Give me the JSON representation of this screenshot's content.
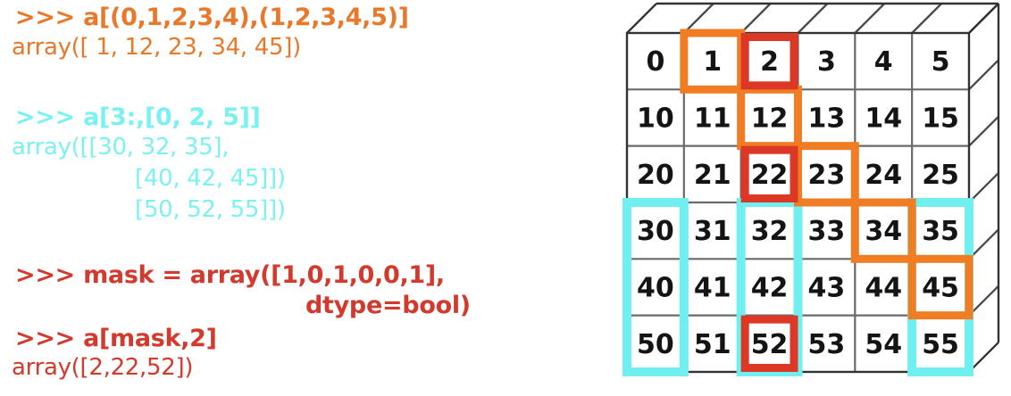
{
  "figure": {
    "description": "NumPy fancy indexing illustration"
  },
  "code_panel": {
    "lines": [
      {
        "text": ">>> a[(0,1,2,3,4),(1,2,3,4,5)]",
        "bold": true,
        "color": "#E8782A"
      },
      {
        "text": "array([ 1, 12, 23, 34, 45])",
        "bold": false,
        "color": "#E8782A"
      },
      {
        "text": ">>> a[3:,[0, 2, 5]]",
        "bold": true,
        "color": "#7CF1F1"
      },
      {
        "text": "array([[30, 32, 35],",
        "bold": false,
        "color": "#7CF1F1"
      },
      {
        "text": "[40, 42, 45]])",
        "bold": false,
        "color": "#7CF1F1"
      },
      {
        "text": "[50, 52, 55]])",
        "bold": false,
        "color": "#7CF1F1"
      },
      {
        "text": ">>> mask = array([1,0,1,0,0,1],",
        "bold": true,
        "color": "#D23A2E"
      },
      {
        "text": "dtype=bool)",
        "bold": true,
        "color": "#D23A2E"
      },
      {
        "text": ">>> a[mask,2]",
        "bold": true,
        "color": "#D23A2E"
      },
      {
        "text": "array([2,22,52])",
        "bold": false,
        "color": "#D23A2E"
      }
    ]
  },
  "grid": {
    "rows": [
      [
        0,
        1,
        2,
        3,
        4,
        5
      ],
      [
        10,
        11,
        12,
        13,
        14,
        15
      ],
      [
        20,
        21,
        22,
        23,
        24,
        25
      ],
      [
        30,
        31,
        32,
        33,
        34,
        35
      ],
      [
        40,
        41,
        42,
        43,
        44,
        45
      ],
      [
        50,
        51,
        52,
        53,
        54,
        55
      ]
    ],
    "highlights": {
      "orange_diagonal_cells": [
        [
          0,
          1
        ],
        [
          1,
          2
        ],
        [
          2,
          3
        ],
        [
          3,
          4
        ],
        [
          4,
          5
        ]
      ],
      "red_mask_cells": [
        [
          0,
          2
        ],
        [
          2,
          2
        ],
        [
          5,
          2
        ]
      ],
      "cyan_column_bands": {
        "columns": [
          0,
          2,
          5
        ],
        "row_start": 3,
        "row_end": 5
      }
    },
    "colors": {
      "orange_box": "#F07D23",
      "red_box": "#DD3726",
      "cyan_band": "#6FEFEF",
      "line_inner": "#6A6A6A",
      "line_depth": "#4A4A4A",
      "line_outer": "#323232",
      "number": "#141414",
      "face_fill": "#FFFFFF"
    }
  }
}
